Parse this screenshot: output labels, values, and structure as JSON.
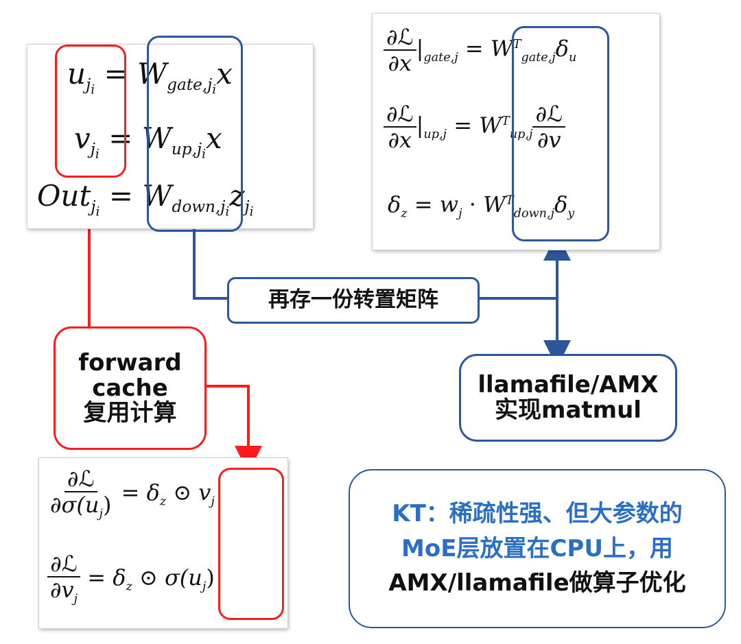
{
  "forward_panel": {
    "eq1": {
      "lhs": "u",
      "sub": "j",
      "subsub": "i",
      "w_sub": "gate,j",
      "w_subsub": "i",
      "rhs": "x"
    },
    "eq2": {
      "lhs": "v",
      "sub": "j",
      "subsub": "i",
      "w_sub": "up,j",
      "w_subsub": "i",
      "rhs": "x"
    },
    "eq3": {
      "lhs": "Out",
      "sub": "j",
      "subsub": "i",
      "w_sub": "down,j",
      "w_subsub": "i",
      "rhs": "z"
    }
  },
  "grad_panel_right": {
    "symbol": "∂ℒ",
    "dx": "∂x",
    "eq1_bar": "gate,j",
    "eq2_bar": "up,j",
    "eq1_w_sub": "gate,j",
    "eq2_w_sub": "up,j",
    "eq3_w_sub": "down,j",
    "transpose": "T",
    "eq2_den": "∂v",
    "eq3_lhs": "δ",
    "eq3_w": "w"
  },
  "grad_panel_bottom": {
    "symbol": "∂ℒ",
    "eq1_den": "∂σ(u",
    "eq2_den": "∂v",
    "odot": "⊙"
  },
  "labels": {
    "transpose_box": "再存一份转置矩阵",
    "forward_cache": [
      "forward",
      "cache",
      "复用计算"
    ],
    "llamafile": [
      "llamafile/AMX",
      "实现matmul"
    ],
    "kt_line1": "KT：稀疏性强、但大参数的",
    "kt_line2": "MoE层放置在CPU上，用",
    "kt_line3": "AMX/llamafile做算子优化"
  },
  "colors": {
    "red": "#ff1b1b",
    "blue": "#2b579a",
    "kt_blue": "#2b6fc5"
  }
}
